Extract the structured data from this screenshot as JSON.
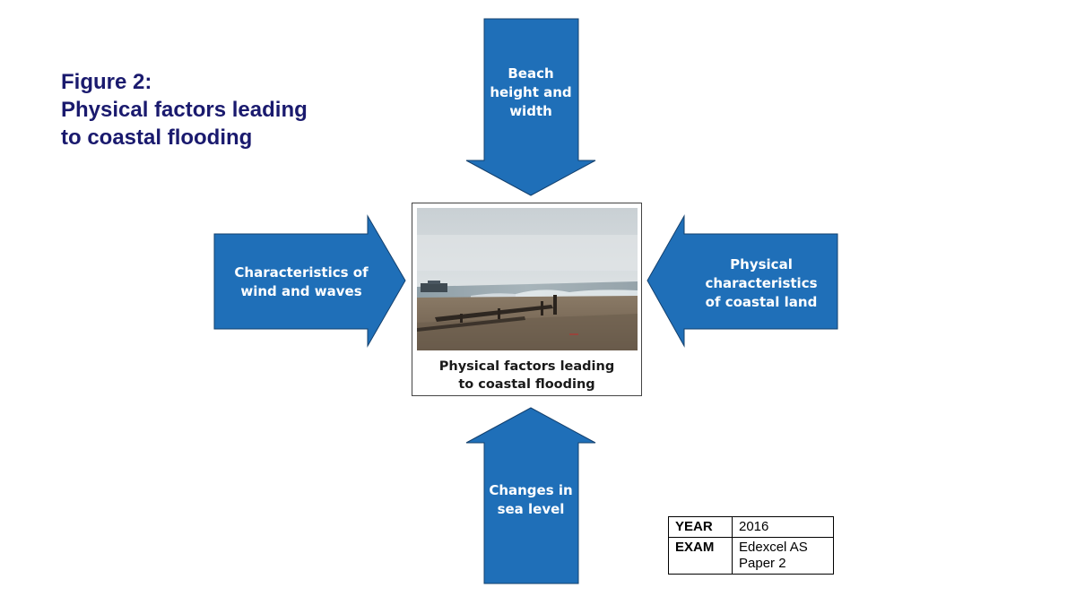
{
  "title": {
    "line1": "Figure 2:",
    "line2": "Physical factors leading",
    "line3": "to coastal flooding"
  },
  "colors": {
    "title": "#1a1a6e",
    "arrow_fill": "#1f6fb8",
    "arrow_stroke": "#13406e",
    "arrow_text": "#ffffff"
  },
  "arrows": {
    "top": {
      "line1": "Beach",
      "line2": "height and",
      "line3": "width"
    },
    "left": {
      "line1": "Characteristics of",
      "line2": "wind and waves"
    },
    "right": {
      "line1": "Physical",
      "line2": "characteristics",
      "line3": "of coastal land"
    },
    "bottom": {
      "line1": "Changes in",
      "line2": "sea level"
    }
  },
  "center": {
    "image": "coastal-shingle-beach-photo",
    "caption_line1": "Physical factors leading",
    "caption_line2": "to coastal flooding"
  },
  "info_table": {
    "rows": [
      {
        "key": "YEAR",
        "value_line1": "2016",
        "value_line2": ""
      },
      {
        "key": "EXAM",
        "value_line1": "Edexcel AS",
        "value_line2": "Paper 2"
      }
    ]
  }
}
